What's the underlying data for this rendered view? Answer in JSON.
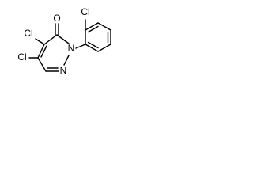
{
  "atoms": {
    "cl_ortho": "Cl",
    "cl_c4": "Cl",
    "cl_c5": "Cl",
    "oxygen": "O",
    "n_n2": "N",
    "n_n1": "N"
  },
  "colors": {
    "background": "#ffffff",
    "bond": "#000000",
    "label": "#000000"
  }
}
